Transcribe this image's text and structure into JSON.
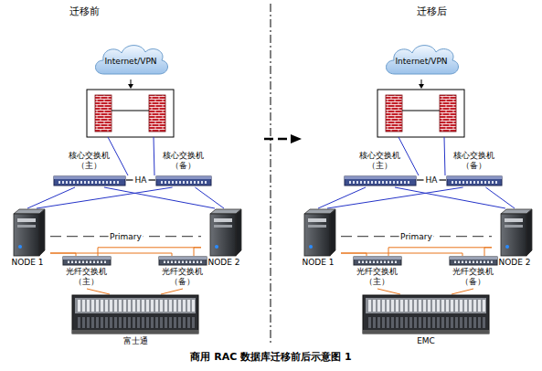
{
  "diagram": {
    "caption": "商用 RAC 数据库迁移前后示意图 1",
    "nodes": [
      {
        "text": [
          "Internet/VPN"
        ]
      },
      {
        "text": [
          "核心交换机 （主）"
        ]
      },
      {
        "text": [
          "核心交换机 （备）"
        ]
      },
      {
        "text": [
          "NODE 1"
        ]
      },
      {
        "text": [
          "NODE 2"
        ]
      },
      {
        "text": [
          "光纤交换机 （主）"
        ]
      },
      {
        "text": [
          "光纤交换机 （备）"
        ]
      },
      {
        "text": [
          "富士通"
        ]
      },
      {
        "text": [
          "Internet/VPN"
        ]
      },
      {
        "text": [
          "核心交换机 （主）"
        ]
      },
      {
        "text": [
          "核心交换机 （备）"
        ]
      },
      {
        "text": [
          "NODE 1"
        ]
      },
      {
        "text": [
          "NODE 2"
        ]
      },
      {
        "text": [
          "光纤交换机 （主）"
        ]
      },
      {
        "text": [
          "光纤交换机 （备）"
        ]
      },
      {
        "text": [
          "EMC"
        ]
      }
    ],
    "edges": [
      {
        "from": 1,
        "to": 2,
        "label": "HA",
        "arrow": "none"
      },
      {
        "from": 1,
        "to": 3,
        "arrow": "none"
      },
      {
        "from": 1,
        "to": 4,
        "arrow": "none"
      },
      {
        "from": 2,
        "to": 3,
        "arrow": "none"
      },
      {
        "from": 2,
        "to": 4,
        "arrow": "none"
      },
      {
        "from": 3,
        "to": 4,
        "label": "Primary",
        "arrow": "none"
      },
      {
        "from": 3,
        "to": 5,
        "arrow": "none"
      },
      {
        "from": 3,
        "to": 6,
        "arrow": "none"
      },
      {
        "from": 4,
        "to": 5,
        "arrow": "none"
      },
      {
        "from": 4,
        "to": 6,
        "arrow": "none"
      },
      {
        "from": 5,
        "to": 7,
        "arrow": "none"
      },
      {
        "from": 6,
        "to": 7,
        "arrow": "none"
      },
      {
        "from": 9,
        "to": 10,
        "label": "HA",
        "arrow": "none"
      },
      {
        "from": 9,
        "to": 11,
        "arrow": "none"
      },
      {
        "from": 9,
        "to": 12,
        "arrow": "none"
      },
      {
        "from": 10,
        "to": 11,
        "arrow": "none"
      },
      {
        "from": 10,
        "to": 12,
        "arrow": "none"
      },
      {
        "from": 11,
        "to": 12,
        "label": "Primary",
        "arrow": "none"
      },
      {
        "from": 11,
        "to": 13,
        "arrow": "none"
      },
      {
        "from": 11,
        "to": 14,
        "arrow": "none"
      },
      {
        "from": 12,
        "to": 13,
        "arrow": "none"
      },
      {
        "from": 12,
        "to": 14,
        "arrow": "none"
      },
      {
        "from": 13,
        "to": 15,
        "arrow": "none"
      },
      {
        "from": 14,
        "to": 15,
        "arrow": "none"
      }
    ],
    "labels": [
      "迁移前",
      "迁移后"
    ]
  }
}
